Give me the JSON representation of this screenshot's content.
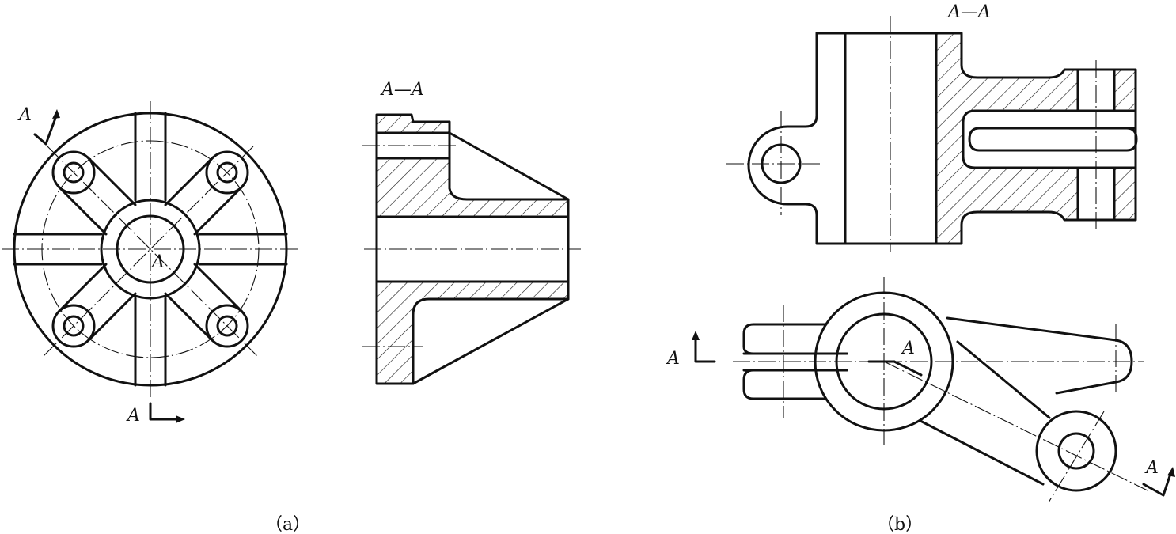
{
  "figure_a": {
    "section_title": "A—A",
    "cut_label_top": "A",
    "cut_label_center": "A",
    "cut_label_bottom": "A",
    "caption": "（a）"
  },
  "figure_b": {
    "section_title": "A—A",
    "cut_label_left": "A",
    "cut_label_center": "A",
    "cut_label_right": "A",
    "caption": "（b）"
  },
  "colors": {
    "line": "#111111",
    "background": "#ffffff"
  }
}
